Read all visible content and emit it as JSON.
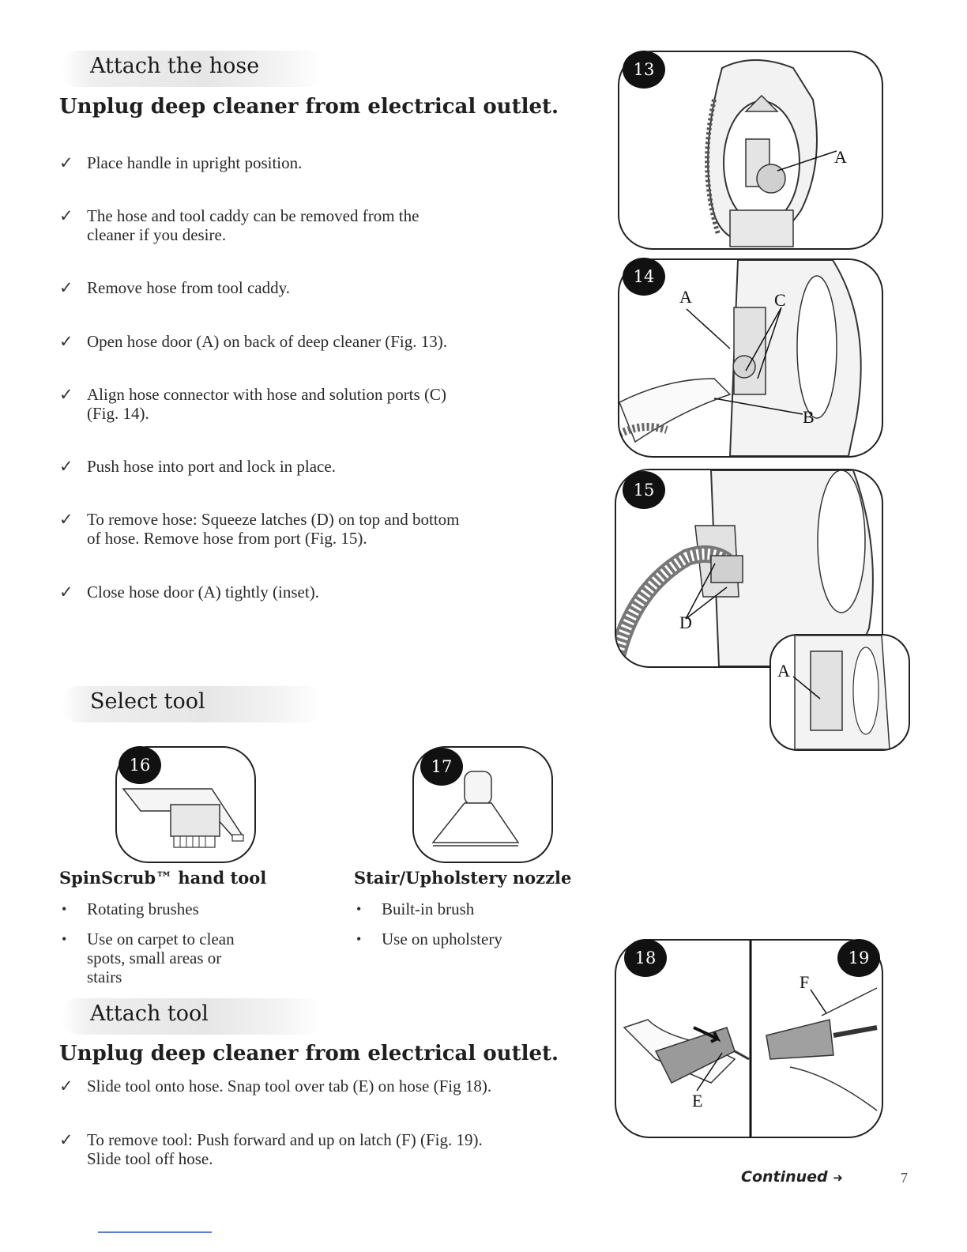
{
  "sections": {
    "attach_hose": {
      "title": "Attach the hose",
      "heading": "Unplug deep cleaner from electrical outlet.",
      "steps": [
        [
          "Place handle in upright position."
        ],
        [
          "The hose and tool caddy can be removed from the",
          "cleaner if you desire."
        ],
        [
          "Remove hose from tool caddy."
        ],
        [
          "Open hose door (A) on back of deep cleaner (Fig. 13)."
        ],
        [
          "Align hose connector with hose and solution ports (C)",
          "(Fig. 14)."
        ],
        [
          "Push hose into port and lock in place."
        ],
        [
          "To remove hose: Squeeze latches (D) on top and bottom",
          "of hose. Remove hose from port (Fig. 15)."
        ],
        [
          "Close hose door (A) tightly (inset)."
        ]
      ]
    },
    "select_tool": {
      "title": "Select tool",
      "tools": [
        {
          "figure": "16",
          "name": "SpinScrub™ hand tool",
          "bullets": [
            [
              "Rotating brushes"
            ],
            [
              "Use on carpet to clean",
              "spots, small areas or",
              "stairs"
            ]
          ]
        },
        {
          "figure": "17",
          "name": "Stair/Upholstery nozzle",
          "bullets": [
            [
              "Built-in brush"
            ],
            [
              "Use on upholstery"
            ]
          ]
        }
      ]
    },
    "attach_tool": {
      "title": "Attach tool",
      "heading": "Unplug deep cleaner from electrical outlet.",
      "steps": [
        [
          "Slide tool onto hose. Snap tool over tab (E) on hose (Fig 18)."
        ],
        [
          "To remove tool: Push forward and up on latch (F) (Fig. 19).",
          "Slide tool off hose."
        ]
      ]
    }
  },
  "check_mark": "✓",
  "figures": {
    "fig13": {
      "number": "13",
      "labels": [
        "A"
      ]
    },
    "fig14": {
      "number": "14",
      "labels": [
        "A",
        "C",
        "B"
      ]
    },
    "fig15": {
      "number": "15",
      "labels": [
        "D"
      ]
    },
    "fig15_inset": {
      "labels": [
        "A"
      ]
    },
    "fig18": {
      "number": "18",
      "labels": [
        "E"
      ]
    },
    "fig19": {
      "number": "19",
      "labels": [
        "F"
      ]
    }
  },
  "footer": {
    "continued": "Continued",
    "arrow_icon": "➜",
    "page_number": "7"
  }
}
